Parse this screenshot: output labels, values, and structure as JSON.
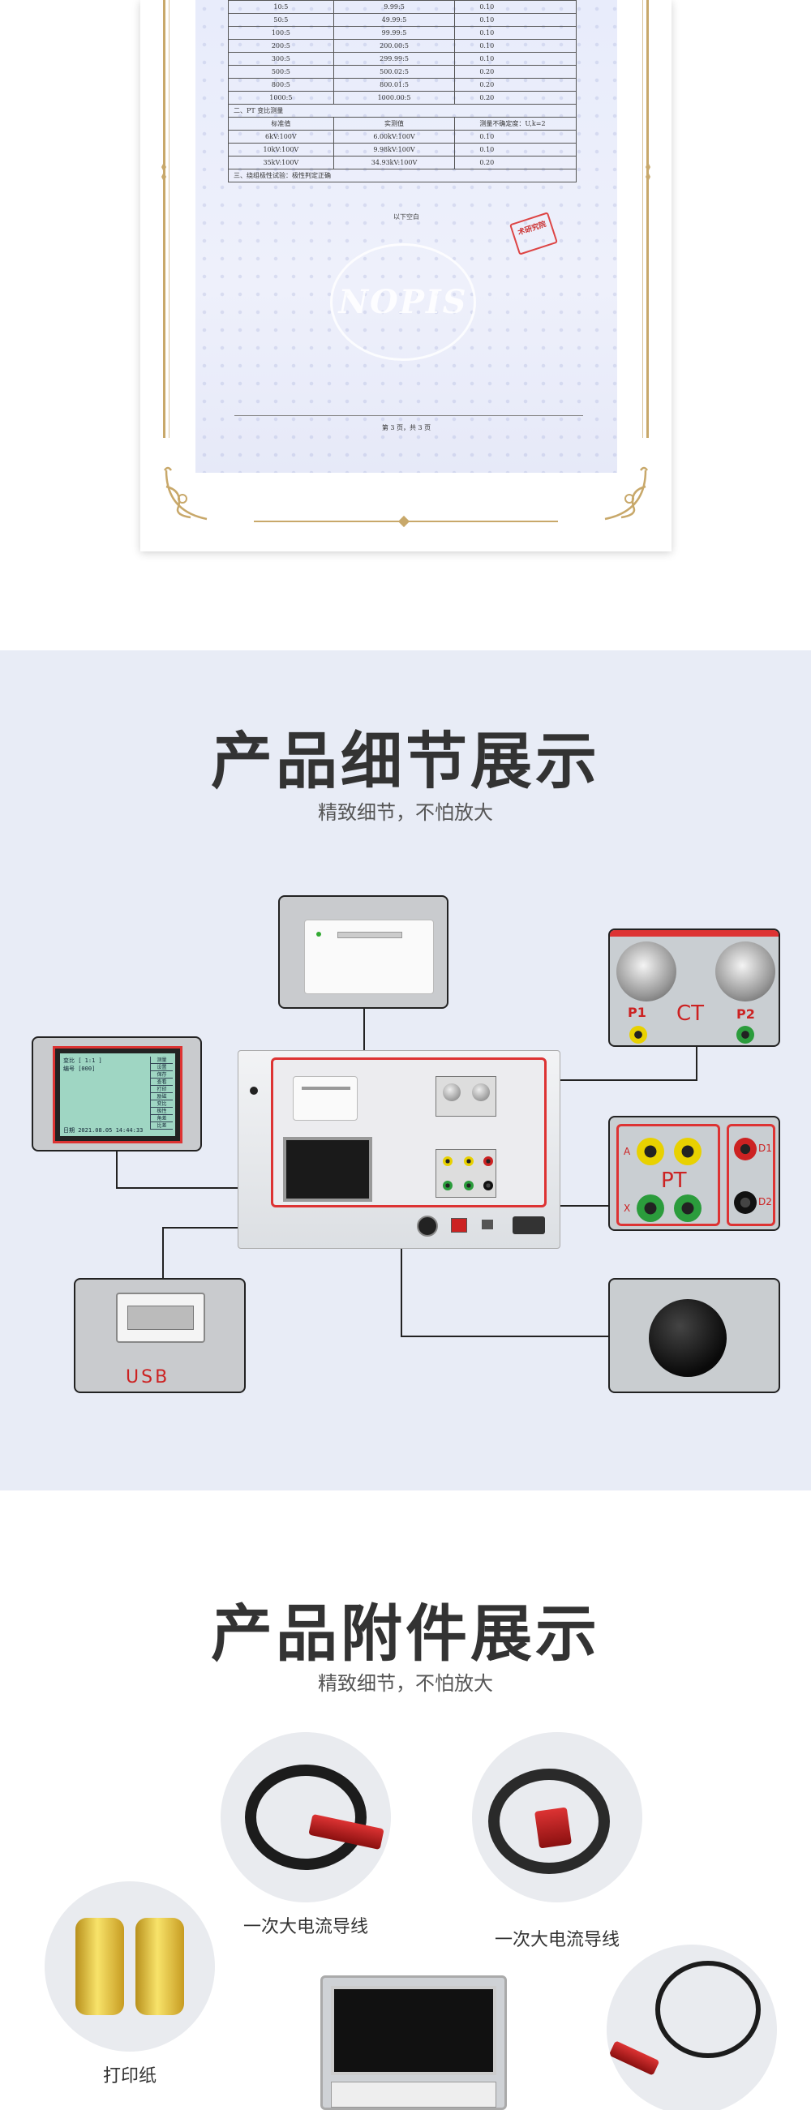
{
  "certificate": {
    "table_rows": [
      [
        "10:5",
        "9.99:5",
        "0.10"
      ],
      [
        "50:5",
        "49.99:5",
        "0.10"
      ],
      [
        "100:5",
        "99.99:5",
        "0.10"
      ],
      [
        "200:5",
        "200.00:5",
        "0.10"
      ],
      [
        "300:5",
        "299.99:5",
        "0.10"
      ],
      [
        "500:5",
        "500.02:5",
        "0.20"
      ],
      [
        "800:5",
        "800.01:5",
        "0.20"
      ],
      [
        "1000:5",
        "1000.00:5",
        "0.20"
      ]
    ],
    "pt_title": "二、PT 变比测量",
    "pt_header": [
      "标准值",
      "实测值",
      "测量不确定度：U,k=2"
    ],
    "pt_rows": [
      [
        "6kV:100V",
        "6.00kV:100V",
        "0.10"
      ],
      [
        "10kV:100V",
        "9.98kV:100V",
        "0.10"
      ],
      [
        "35kV:100V",
        "34.93kV:100V",
        "0.20"
      ]
    ],
    "polarity_row": "三、绕组极性试验：极性判定正确",
    "end_text": "以下空白",
    "seal_text": "术研究院",
    "watermark": "NOPIS",
    "page_text": "第 3 页，共 3 页"
  },
  "detail": {
    "title": "产品细节展示",
    "subtitle": "精致细节，不怕放大",
    "ct_label": "CT",
    "ct_p1": "P1",
    "ct_p2": "P2",
    "pt_label": "PT",
    "pt_a": "A",
    "pt_a2": "a",
    "pt_x": "X",
    "pt_x2": "x",
    "pt_d1": "D1",
    "pt_d2": "D2",
    "usb_label": "USB",
    "lcd_row1": "变比 [ 1:1 ]",
    "lcd_row2": "编号 [000]",
    "lcd_row3": "日期 2021.08.05 14:44:33",
    "lcd_menu": [
      "测量",
      "设置",
      "保存",
      "查看",
      "打印",
      "励磁",
      "变比",
      "极性",
      "角差",
      "比差"
    ]
  },
  "accessories": {
    "title": "产品附件展示",
    "subtitle": "精致细节，不怕放大",
    "items": [
      {
        "label": "一次大电流导线"
      },
      {
        "label": "一次大电流导线"
      },
      {
        "label": "打印纸"
      }
    ]
  },
  "colors": {
    "accent_red": "#d33333",
    "detail_bg": "#e8ecf6",
    "gold": "#c8a86a"
  }
}
